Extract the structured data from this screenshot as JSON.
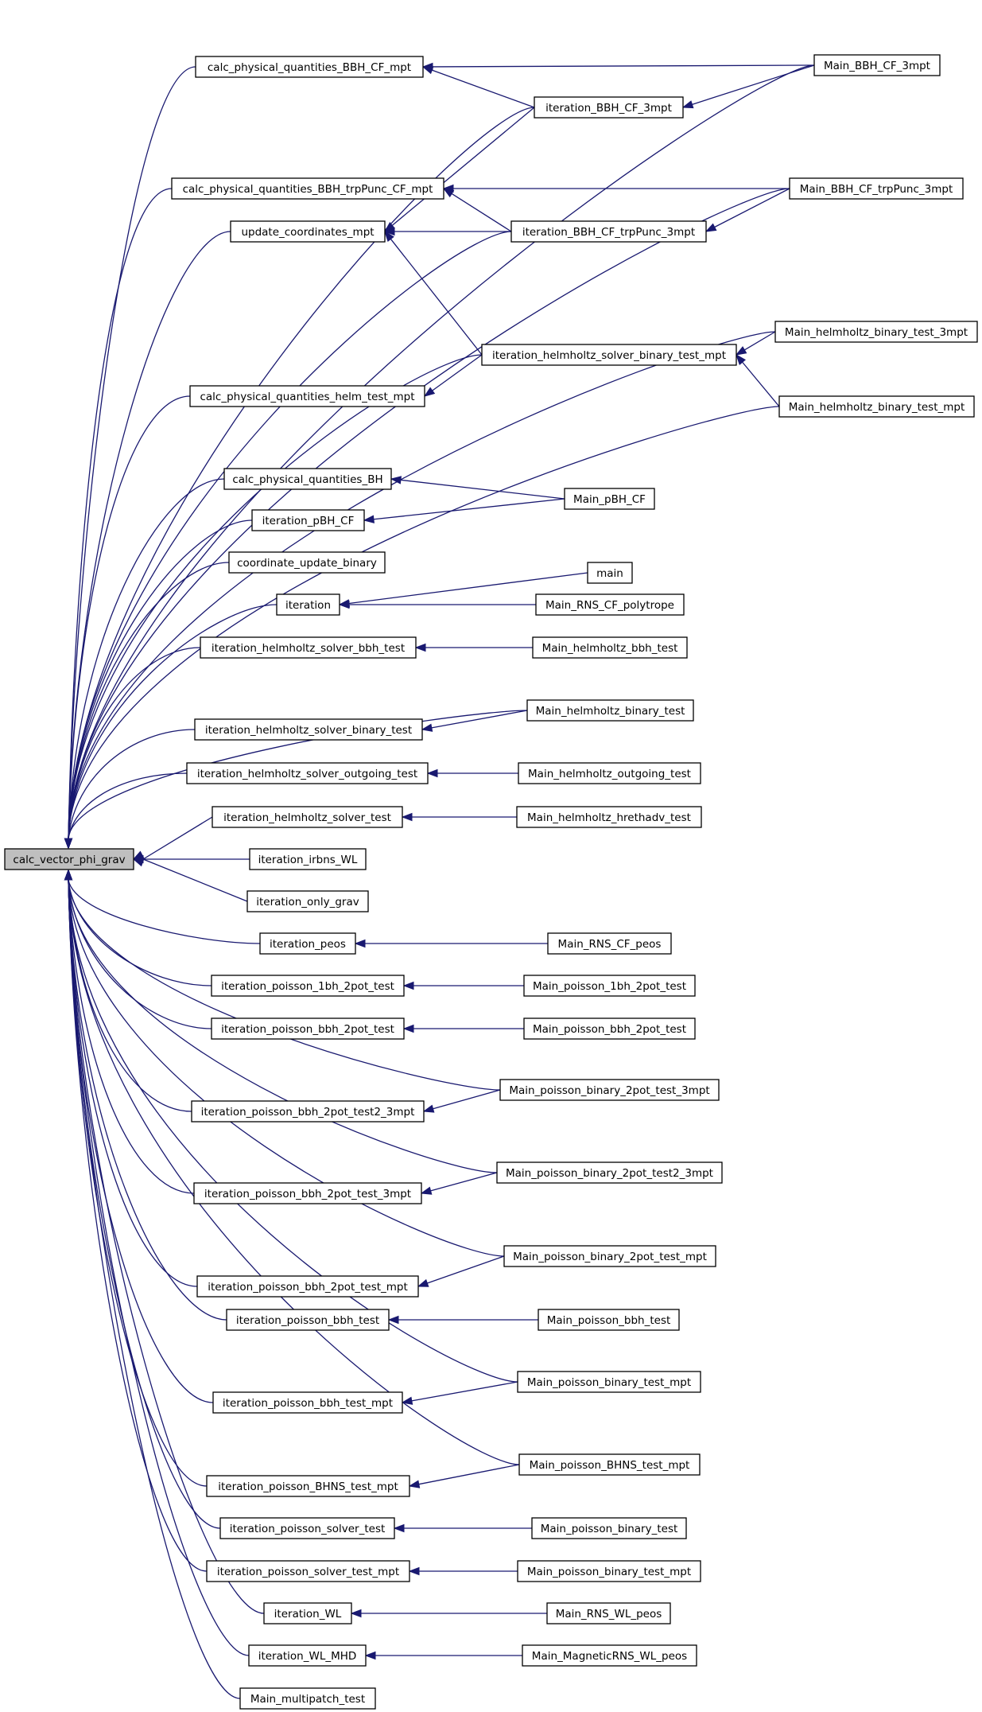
{
  "graph": {
    "root": "calc_vector_phi_grav",
    "colors": {
      "edge": "#191970",
      "node_border": "#000000",
      "root_fill": "#bfbfbf",
      "node_fill": "#ffffff"
    },
    "nodes": [
      {
        "id": "root",
        "label": "calc_vector_phi_grav"
      },
      {
        "id": "cpq_bbh_cf_mpt",
        "label": "calc_physical_quantities_BBH_CF_mpt"
      },
      {
        "id": "main_bbh_cf_3mpt",
        "label": "Main_BBH_CF_3mpt"
      },
      {
        "id": "iter_bbh_cf_3mpt",
        "label": "iteration_BBH_CF_3mpt"
      },
      {
        "id": "cpq_bbh_trp",
        "label": "calc_physical_quantities_BBH_trpPunc_CF_mpt"
      },
      {
        "id": "main_bbh_trp_3mpt",
        "label": "Main_BBH_CF_trpPunc_3mpt"
      },
      {
        "id": "update_coords",
        "label": "update_coordinates_mpt"
      },
      {
        "id": "iter_bbh_trp_3mpt",
        "label": "iteration_BBH_CF_trpPunc_3mpt"
      },
      {
        "id": "main_helm_bin_3mpt",
        "label": "Main_helmholtz_binary_test_3mpt"
      },
      {
        "id": "iter_helm_solver_bin_mpt",
        "label": "iteration_helmholtz_solver_binary_test_mpt"
      },
      {
        "id": "cpq_helm_mpt",
        "label": "calc_physical_quantities_helm_test_mpt"
      },
      {
        "id": "main_helm_bin_mpt",
        "label": "Main_helmholtz_binary_test_mpt"
      },
      {
        "id": "cpq_bh",
        "label": "calc_physical_quantities_BH"
      },
      {
        "id": "main_pbh_cf",
        "label": "Main_pBH_CF"
      },
      {
        "id": "iter_pbh_cf",
        "label": "iteration_pBH_CF"
      },
      {
        "id": "coord_update_bin",
        "label": "coordinate_update_binary"
      },
      {
        "id": "main_fn",
        "label": "main"
      },
      {
        "id": "iteration",
        "label": "iteration"
      },
      {
        "id": "main_rns_poly",
        "label": "Main_RNS_CF_polytrope"
      },
      {
        "id": "iter_helm_bbh",
        "label": "iteration_helmholtz_solver_bbh_test"
      },
      {
        "id": "main_helm_bbh",
        "label": "Main_helmholtz_bbh_test"
      },
      {
        "id": "main_helm_bin",
        "label": "Main_helmholtz_binary_test"
      },
      {
        "id": "iter_helm_bin",
        "label": "iteration_helmholtz_solver_binary_test"
      },
      {
        "id": "iter_helm_out",
        "label": "iteration_helmholtz_solver_outgoing_test"
      },
      {
        "id": "main_helm_out",
        "label": "Main_helmholtz_outgoing_test"
      },
      {
        "id": "iter_helm",
        "label": "iteration_helmholtz_solver_test"
      },
      {
        "id": "main_helm_hre",
        "label": "Main_helmholtz_hrethadv_test"
      },
      {
        "id": "iter_irbns",
        "label": "iteration_irbns_WL"
      },
      {
        "id": "iter_only_grav",
        "label": "iteration_only_grav"
      },
      {
        "id": "iter_peos",
        "label": "iteration_peos"
      },
      {
        "id": "main_rns_peos",
        "label": "Main_RNS_CF_peos"
      },
      {
        "id": "iter_p1bh",
        "label": "iteration_poisson_1bh_2pot_test"
      },
      {
        "id": "main_p1bh",
        "label": "Main_poisson_1bh_2pot_test"
      },
      {
        "id": "iter_pbbh2",
        "label": "iteration_poisson_bbh_2pot_test"
      },
      {
        "id": "main_pbbh2",
        "label": "Main_poisson_bbh_2pot_test"
      },
      {
        "id": "main_pbin2_3mpt",
        "label": "Main_poisson_binary_2pot_test_3mpt"
      },
      {
        "id": "iter_pbbh2t2_3mpt",
        "label": "iteration_poisson_bbh_2pot_test2_3mpt"
      },
      {
        "id": "main_pbin2t2_3mpt",
        "label": "Main_poisson_binary_2pot_test2_3mpt"
      },
      {
        "id": "iter_pbbh2_3mpt",
        "label": "iteration_poisson_bbh_2pot_test_3mpt"
      },
      {
        "id": "main_pbin2_mpt",
        "label": "Main_poisson_binary_2pot_test_mpt"
      },
      {
        "id": "iter_pbbh2_mpt",
        "label": "iteration_poisson_bbh_2pot_test_mpt"
      },
      {
        "id": "iter_pbbh",
        "label": "iteration_poisson_bbh_test"
      },
      {
        "id": "main_pbbh",
        "label": "Main_poisson_bbh_test"
      },
      {
        "id": "main_pbin_mpt_a",
        "label": "Main_poisson_binary_test_mpt"
      },
      {
        "id": "iter_pbbh_mpt",
        "label": "iteration_poisson_bbh_test_mpt"
      },
      {
        "id": "main_pbhns_mpt",
        "label": "Main_poisson_BHNS_test_mpt"
      },
      {
        "id": "iter_pbhns_mpt",
        "label": "iteration_poisson_BHNS_test_mpt"
      },
      {
        "id": "iter_psolver",
        "label": "iteration_poisson_solver_test"
      },
      {
        "id": "main_pbin",
        "label": "Main_poisson_binary_test"
      },
      {
        "id": "iter_psolver_mpt",
        "label": "iteration_poisson_solver_test_mpt"
      },
      {
        "id": "main_pbin_mpt_b",
        "label": "Main_poisson_binary_test_mpt"
      },
      {
        "id": "iter_wl",
        "label": "iteration_WL"
      },
      {
        "id": "main_rns_wl",
        "label": "Main_RNS_WL_peos"
      },
      {
        "id": "iter_wl_mhd",
        "label": "iteration_WL_MHD"
      },
      {
        "id": "main_mrns_wl",
        "label": "Main_MagneticRNS_WL_peos"
      },
      {
        "id": "main_multipatch",
        "label": "Main_multipatch_test"
      }
    ],
    "edges": [
      [
        "cpq_bbh_cf_mpt",
        "root"
      ],
      [
        "main_bbh_cf_3mpt",
        "root"
      ],
      [
        "iter_bbh_cf_3mpt",
        "root"
      ],
      [
        "cpq_bbh_trp",
        "root"
      ],
      [
        "main_bbh_trp_3mpt",
        "root"
      ],
      [
        "update_coords",
        "root"
      ],
      [
        "iter_bbh_trp_3mpt",
        "root"
      ],
      [
        "main_helm_bin_3mpt",
        "root"
      ],
      [
        "iter_helm_solver_bin_mpt",
        "root"
      ],
      [
        "cpq_helm_mpt",
        "root"
      ],
      [
        "main_helm_bin_mpt",
        "root"
      ],
      [
        "cpq_bh",
        "root"
      ],
      [
        "iter_pbh_cf",
        "root"
      ],
      [
        "coord_update_bin",
        "root"
      ],
      [
        "iteration",
        "root"
      ],
      [
        "iter_helm_bbh",
        "root"
      ],
      [
        "main_helm_bin",
        "root"
      ],
      [
        "iter_helm_bin",
        "root"
      ],
      [
        "iter_helm_out",
        "root"
      ],
      [
        "iter_helm",
        "root"
      ],
      [
        "iter_irbns",
        "root"
      ],
      [
        "iter_only_grav",
        "root"
      ],
      [
        "iter_peos",
        "root"
      ],
      [
        "iter_p1bh",
        "root"
      ],
      [
        "iter_pbbh2",
        "root"
      ],
      [
        "main_pbin2_3mpt",
        "root"
      ],
      [
        "iter_pbbh2t2_3mpt",
        "root"
      ],
      [
        "main_pbin2t2_3mpt",
        "root"
      ],
      [
        "iter_pbbh2_3mpt",
        "root"
      ],
      [
        "main_pbin2_mpt",
        "root"
      ],
      [
        "iter_pbbh2_mpt",
        "root"
      ],
      [
        "iter_pbbh",
        "root"
      ],
      [
        "main_pbin_mpt_a",
        "root"
      ],
      [
        "iter_pbbh_mpt",
        "root"
      ],
      [
        "main_pbhns_mpt",
        "root"
      ],
      [
        "iter_pbhns_mpt",
        "root"
      ],
      [
        "iter_psolver",
        "root"
      ],
      [
        "iter_psolver_mpt",
        "root"
      ],
      [
        "iter_wl",
        "root"
      ],
      [
        "iter_wl_mhd",
        "root"
      ],
      [
        "main_multipatch",
        "root"
      ],
      [
        "main_bbh_cf_3mpt",
        "cpq_bbh_cf_mpt"
      ],
      [
        "iter_bbh_cf_3mpt",
        "cpq_bbh_cf_mpt"
      ],
      [
        "main_bbh_cf_3mpt",
        "iter_bbh_cf_3mpt"
      ],
      [
        "main_bbh_trp_3mpt",
        "cpq_bbh_trp"
      ],
      [
        "iter_bbh_trp_3mpt",
        "cpq_bbh_trp"
      ],
      [
        "iter_bbh_cf_3mpt",
        "update_coords"
      ],
      [
        "iter_bbh_trp_3mpt",
        "update_coords"
      ],
      [
        "iter_helm_solver_bin_mpt",
        "update_coords"
      ],
      [
        "main_bbh_trp_3mpt",
        "iter_bbh_trp_3mpt"
      ],
      [
        "main_helm_bin_3mpt",
        "iter_helm_solver_bin_mpt"
      ],
      [
        "main_helm_bin_mpt",
        "iter_helm_solver_bin_mpt"
      ],
      [
        "iter_helm_solver_bin_mpt",
        "cpq_helm_mpt"
      ],
      [
        "main_pbh_cf",
        "cpq_bh"
      ],
      [
        "main_pbh_cf",
        "iter_pbh_cf"
      ],
      [
        "main_fn",
        "iteration"
      ],
      [
        "main_rns_poly",
        "iteration"
      ],
      [
        "main_helm_bbh",
        "iter_helm_bbh"
      ],
      [
        "main_helm_bin",
        "iter_helm_bin"
      ],
      [
        "main_helm_out",
        "iter_helm_out"
      ],
      [
        "main_helm_hre",
        "iter_helm"
      ],
      [
        "main_rns_peos",
        "iter_peos"
      ],
      [
        "main_p1bh",
        "iter_p1bh"
      ],
      [
        "main_pbbh2",
        "iter_pbbh2"
      ],
      [
        "main_pbin2_3mpt",
        "iter_pbbh2t2_3mpt"
      ],
      [
        "main_pbin2t2_3mpt",
        "iter_pbbh2_3mpt"
      ],
      [
        "main_pbin2_mpt",
        "iter_pbbh2_mpt"
      ],
      [
        "main_pbbh",
        "iter_pbbh"
      ],
      [
        "main_pbin_mpt_a",
        "iter_pbbh_mpt"
      ],
      [
        "main_pbhns_mpt",
        "iter_pbhns_mpt"
      ],
      [
        "main_pbin",
        "iter_psolver"
      ],
      [
        "main_pbin_mpt_b",
        "iter_psolver_mpt"
      ],
      [
        "main_rns_wl",
        "iter_wl"
      ],
      [
        "main_mrns_wl",
        "iter_wl_mhd"
      ]
    ]
  }
}
